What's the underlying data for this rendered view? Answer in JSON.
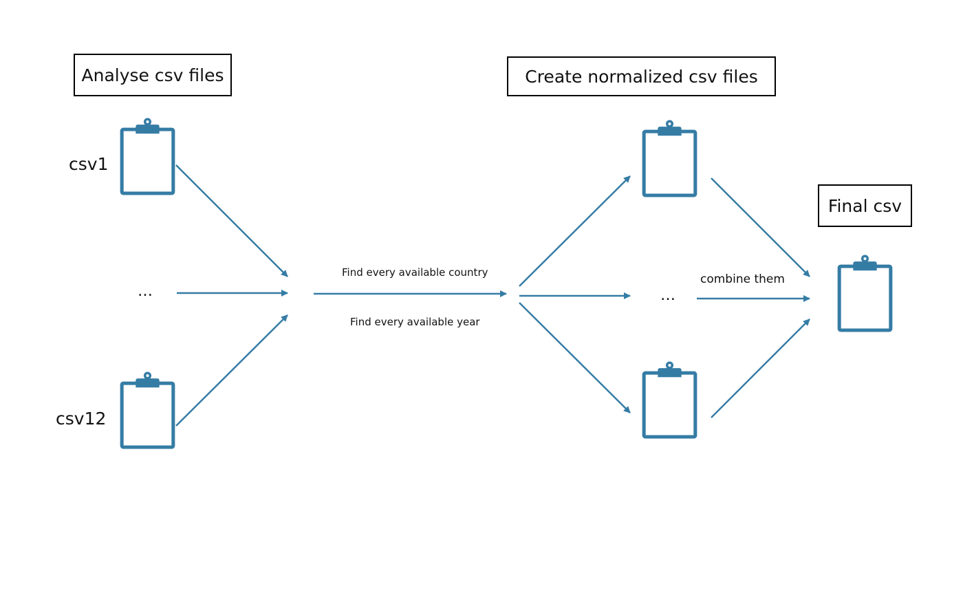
{
  "headers": {
    "analyse": "Analyse csv files",
    "normalize": "Create normalized csv files",
    "final": "Final csv"
  },
  "inputs": {
    "first": "csv1",
    "ellipsis": "…",
    "last": "csv12"
  },
  "steps": {
    "find_country": "Find every available country",
    "find_year": "Find every available year"
  },
  "normalized": {
    "ellipsis": "…"
  },
  "combine": {
    "label": "combine them"
  },
  "colors": {
    "accent": "#357ca5",
    "border": "#000000"
  }
}
